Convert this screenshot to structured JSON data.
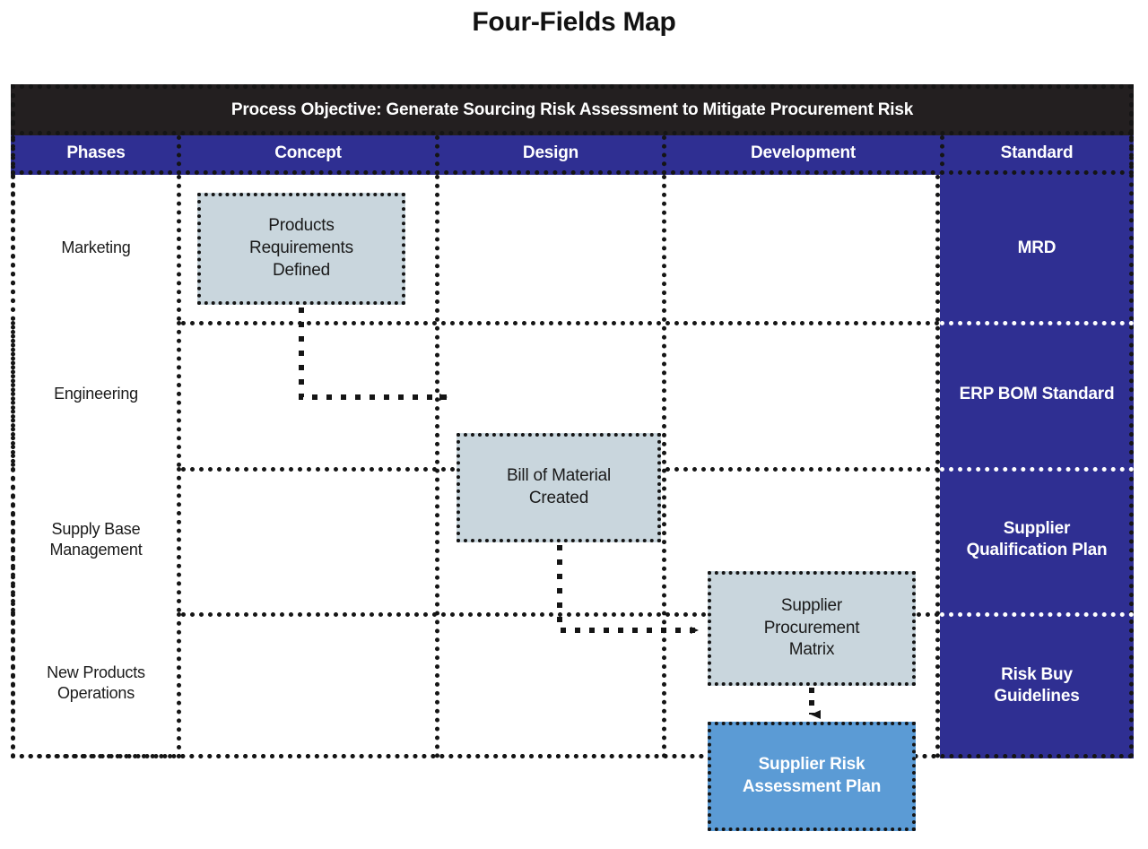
{
  "title": "Four-Fields Map",
  "banner": {
    "objective_label": "Process Objective: Generate Sourcing Risk Assessment to Mitigate Procurement Risk"
  },
  "columns": [
    {
      "key": "phases",
      "label": "Phases"
    },
    {
      "key": "concept",
      "label": "Concept"
    },
    {
      "key": "design",
      "label": "Design"
    },
    {
      "key": "development",
      "label": "Development"
    },
    {
      "key": "standard",
      "label": "Standard"
    }
  ],
  "rows": [
    {
      "key": "marketing",
      "label": "Marketing"
    },
    {
      "key": "engineering",
      "label": "Engineering"
    },
    {
      "key": "supply-base",
      "label": "Supply Base\nManagement"
    },
    {
      "key": "new-products",
      "label": "New Products\nOperations"
    }
  ],
  "row_labels": {
    "marketing": "Marketing",
    "engineering": "Engineering",
    "supply_base_line1": "Supply Base",
    "supply_base_line2": "Management",
    "new_products_line1": "New Products",
    "new_products_line2": "Operations"
  },
  "process_boxes": [
    {
      "key": "products-requirements-defined",
      "phase": "marketing",
      "column": "concept",
      "line1": "Products",
      "line2": "Requirements",
      "line3": "Defined",
      "fill": "#c9d6dd",
      "text_color": "#1a1a1a"
    },
    {
      "key": "bill-of-material-created",
      "phase": "engineering",
      "column": "design",
      "line1": "Bill of Material",
      "line2": "Created",
      "fill": "#c9d6dd",
      "text_color": "#1a1a1a"
    },
    {
      "key": "supplier-procurement-matrix",
      "phase": "supply-base",
      "column": "development",
      "line1": "Supplier",
      "line2": "Procurement",
      "line3": "Matrix",
      "fill": "#c9d6dd",
      "text_color": "#1a1a1a"
    },
    {
      "key": "supplier-risk-assessment-plan",
      "phase": "new-products",
      "column": "development",
      "line1": "Supplier Risk",
      "line2": "Assessment Plan",
      "fill": "#5b9bd5",
      "text_color": "#ffffff"
    }
  ],
  "standards": [
    {
      "key": "mrd",
      "row": "marketing",
      "line1": "MRD",
      "line2": ""
    },
    {
      "key": "erp-bom-standard",
      "row": "engineering",
      "line1": "ERP BOM Standard",
      "line2": ""
    },
    {
      "key": "supplier-qualification-plan",
      "row": "supply-base",
      "line1": "Supplier",
      "line2": "Qualification Plan"
    },
    {
      "key": "risk-buy-guidelines",
      "row": "new-products",
      "line1": "Risk Buy",
      "line2": "Guidelines"
    }
  ],
  "connectors": [
    {
      "key": "prd-to-bom",
      "from": "products-requirements-defined",
      "to": "bill-of-material-created",
      "style": "elbow-down-right",
      "arrow": "right"
    },
    {
      "key": "bom-to-spm",
      "from": "bill-of-material-created",
      "to": "supplier-procurement-matrix",
      "style": "elbow-down-right",
      "arrow": "right"
    },
    {
      "key": "spm-to-srap",
      "from": "supplier-procurement-matrix",
      "to": "supplier-risk-assessment-plan",
      "style": "straight-down",
      "arrow": "down"
    }
  ],
  "colors": {
    "header_blue": "#2f2f92",
    "banner_black": "#231f20",
    "process_grey": "#c9d6dd",
    "process_blue": "#5b9bd5",
    "border_black": "#151515",
    "page_background": "#ffffff"
  }
}
